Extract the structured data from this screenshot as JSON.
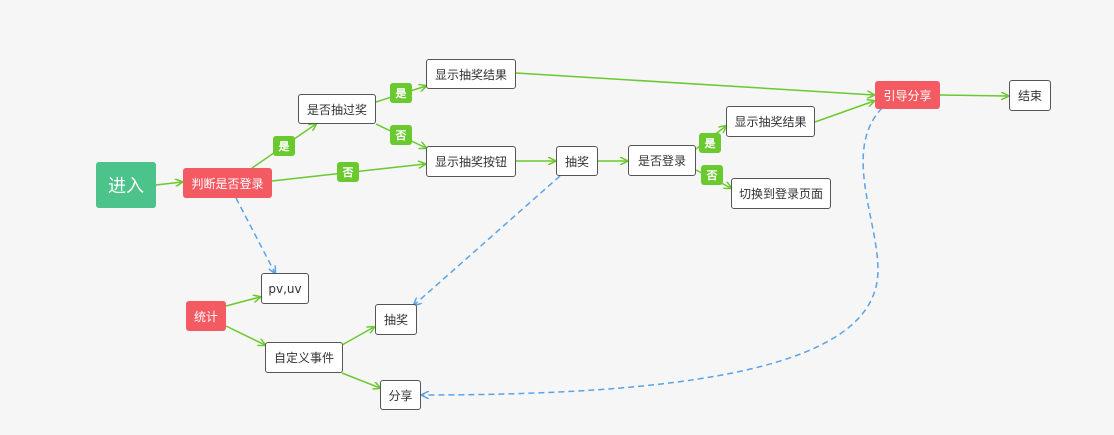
{
  "nodes": {
    "enter": "进入",
    "check_login": "判断是否登录",
    "drawn_before": "是否抽过奖",
    "show_result_top": "显示抽奖结果",
    "show_draw_button": "显示抽奖按钮",
    "draw": "抽奖",
    "is_logged_in": "是否登录",
    "show_result_mid": "显示抽奖结果",
    "switch_login_page": "切换到登录页面",
    "guide_share": "引导分享",
    "end": "结束",
    "stats": "统计",
    "pvuv": "pv,uv",
    "custom_event": "自定义事件",
    "draw_event": "抽奖",
    "share_event": "分享"
  },
  "tags": {
    "yes_1": "是",
    "no_1": "否",
    "yes_2": "是",
    "no_2": "否",
    "yes_3": "是",
    "no_3": "否"
  },
  "colors": {
    "edge_solid": "#6ac92e",
    "edge_dashed": "#5aa3e8",
    "start_node": "#4cc38a",
    "decision_node": "#f45a62",
    "tag": "#6ac92e"
  }
}
